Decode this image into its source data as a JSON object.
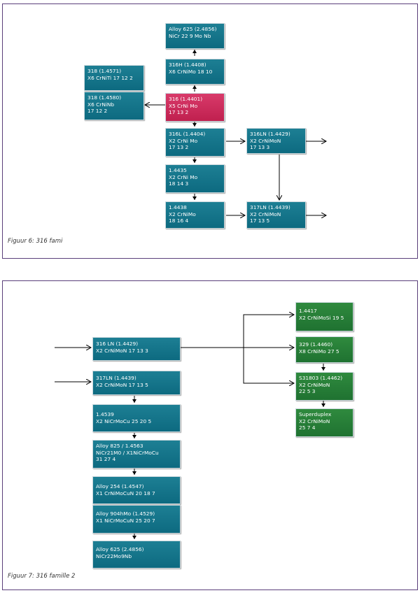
{
  "figure1": {
    "caption": "Figuur 6: 316 fami",
    "nodes": {
      "alloy625": [
        "Alloy 625 (2.4856)",
        "NiCr 22 9 Mo Nb"
      ],
      "n316h": [
        "316H (1.4408)",
        "X6 CrNiMo 18 10"
      ],
      "n318a": [
        "318 (1.4571)",
        "X6 CrNiTi 17 12 2"
      ],
      "n318b": [
        "318 (1.4580)",
        "X6 CrNiNb",
        "17 12 2"
      ],
      "n316": [
        "316 (1.4401)",
        "X5 CrNi Mo",
        "17 13 2"
      ],
      "n316l": [
        "316L (1.4404)",
        "X2 CrNi Mo",
        "17 13 2"
      ],
      "n316ln": [
        "316LN (1.4429)",
        "X2 CrNiMoN",
        "17 13 3"
      ],
      "n14435": [
        "1.4435",
        "X2 CrNi Mo",
        "18 14 3"
      ],
      "n14438": [
        "1.4438",
        "X2 CrNiMo",
        "18 16 4"
      ],
      "n317ln": [
        "317LN (1.4439)",
        "X2 CrNiMoN",
        "17 13 5"
      ]
    }
  },
  "figure2": {
    "caption": "Figuur 7: 316 famille 2",
    "nodes": {
      "n316ln": [
        "316 LN (1.4429)",
        "X2 CrNiMoN 17 13 3"
      ],
      "n317ln": [
        "317LN (1.4439)",
        "X2 CrNiMoN 17 13 5"
      ],
      "n14539": [
        "1.4539",
        "X2 NiCrMoCu 25 20 5"
      ],
      "alloy825": [
        "Alloy 825 / 1.4563",
        "NiCr21M0 / X1NiCrMoCu",
        "31 27 4"
      ],
      "alloy254": [
        "Alloy 254 (1.4547)",
        "X1 CrNiMoCuN 20 18 7"
      ],
      "alloy904": [
        "Alloy 904hMo (1.4529)",
        "X1 NiCrMoCuN 25 20 7"
      ],
      "alloy625": [
        "Alloy 625 (2.4856)",
        "NiCr22Mo9Nb"
      ],
      "n14417": [
        "1.4417",
        "X2 CrNiMoSi 19 5"
      ],
      "n329": [
        "329 (1.4460)",
        "X8 CrNiMo 27 5"
      ],
      "n31803": [
        "S31803 (1.4462)",
        "X2 CrNiMoN",
        "22 5 3"
      ],
      "superduplex": [
        "Superduplex",
        "X2 CrNiMoN",
        "25 7 4"
      ]
    }
  },
  "colors": {
    "teal": "#0d6a80",
    "highlight": "#c0204f",
    "green": "#1f7231",
    "frame": "#5a3f7a"
  }
}
